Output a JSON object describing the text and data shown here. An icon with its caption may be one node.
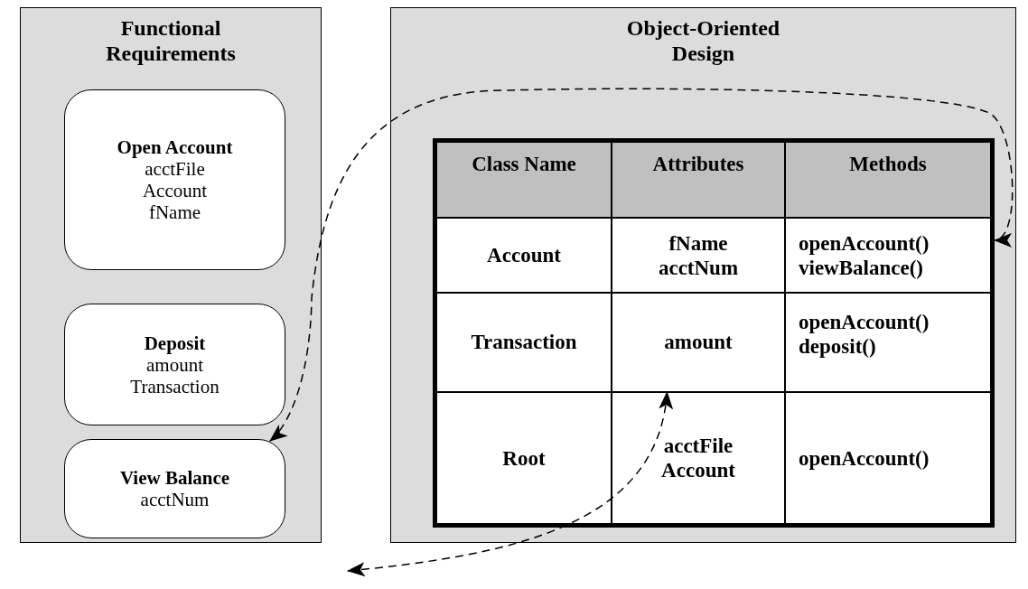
{
  "diagram": {
    "nodes": [
      {
        "text": [
          "Functional Requirements"
        ]
      },
      {
        "text": [
          "Open Account",
          "acctFile Account fName"
        ],
        "in": 0
      },
      {
        "text": [
          "Deposit",
          "amount Transaction"
        ],
        "in": 0
      },
      {
        "text": [
          "View Balance",
          "acctNum"
        ],
        "in": 0
      },
      {
        "text": [
          "Object-Oriented Design"
        ]
      },
      {
        "text": [
          "Class Name"
        ],
        "in": 4
      },
      {
        "text": [
          "Attributes"
        ],
        "in": 4
      },
      {
        "text": [
          "Methods"
        ],
        "in": 4
      },
      {
        "text": [
          "Account"
        ],
        "in": 4
      },
      {
        "text": [
          "fName acctNum"
        ],
        "in": 4
      },
      {
        "text": [
          "openAccount() viewBalance()"
        ],
        "in": 4
      },
      {
        "text": [
          "Transaction"
        ],
        "in": 4
      },
      {
        "text": [
          "amount"
        ],
        "in": 4
      },
      {
        "text": [
          "openAccount() deposit()"
        ],
        "in": 4
      },
      {
        "text": [
          "Root"
        ],
        "in": 4
      },
      {
        "text": [
          "acctFile Account"
        ],
        "in": 4
      },
      {
        "text": [
          "openAccount()"
        ],
        "in": 4
      }
    ],
    "edges": [
      {
        "from": 3,
        "to": 10,
        "arrow": "both",
        "style": "dashed"
      },
      {
        "from": null,
        "to": 12,
        "arrow": "both",
        "style": "dashed"
      }
    ]
  }
}
